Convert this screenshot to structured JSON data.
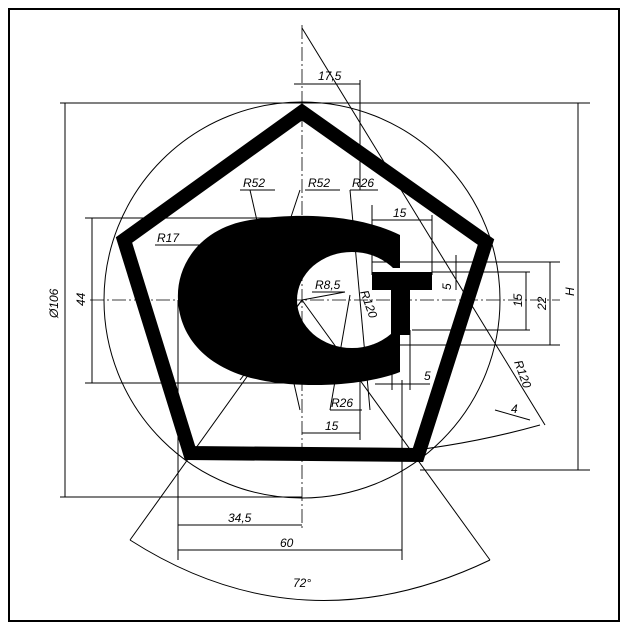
{
  "drawing": {
    "labels": {
      "top_width": "17,5",
      "r52_left": "R52",
      "r52_right": "R52",
      "r26_top": "R26",
      "t_width": "15",
      "r17": "R17",
      "height_44": "44",
      "diameter": "Ø106",
      "r8_5": "R8,5",
      "r120_inner": "R120",
      "t_thick": "5",
      "t_height": "15",
      "dim_22": "22",
      "dim_h": "H",
      "stem_5": "5",
      "r26_bottom": "R26",
      "bottom_15": "15",
      "band_4": "4",
      "dim_34_5": "34,5",
      "dim_60": "60",
      "angle": "72°",
      "r120_outer": "R120"
    },
    "colors": {
      "ink": "#000000",
      "paper": "#ffffff"
    }
  }
}
